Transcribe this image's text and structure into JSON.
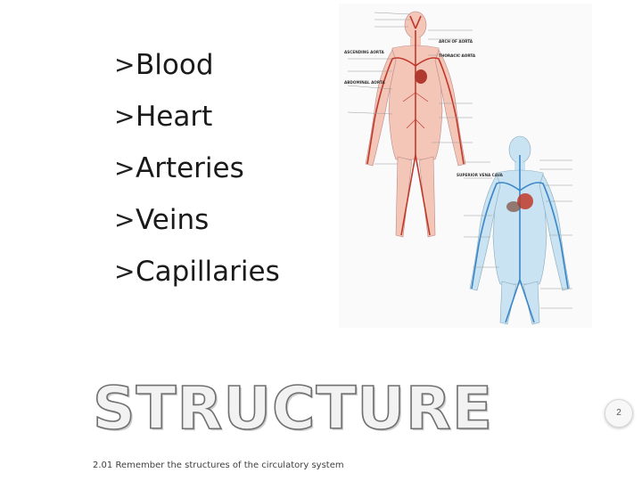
{
  "slide": {
    "bullets": [
      {
        "label": "Blood"
      },
      {
        "label": "Heart"
      },
      {
        "label": "Arteries"
      },
      {
        "label": "Veins"
      },
      {
        "label": "Capillaries"
      }
    ],
    "title": "STRUCTURE",
    "subtitle": "2.01 Remember the structures of the circulatory system",
    "page_number": "2",
    "bullet_icon": "chevron-right-icon"
  },
  "figure": {
    "arterial_section_labels": [
      "ARCH OF AORTA",
      "THORACIC AORTA",
      "ASCENDING AORTA",
      "ABDOMINAL AORTA"
    ],
    "venous_section_label": "SUPERIOR VENA CAVA",
    "colors": {
      "arteries": "#c0392b",
      "veins": "#3a86c8",
      "skin_arterial": "#f3c6b8",
      "skin_venous": "#c9e3f2"
    }
  }
}
